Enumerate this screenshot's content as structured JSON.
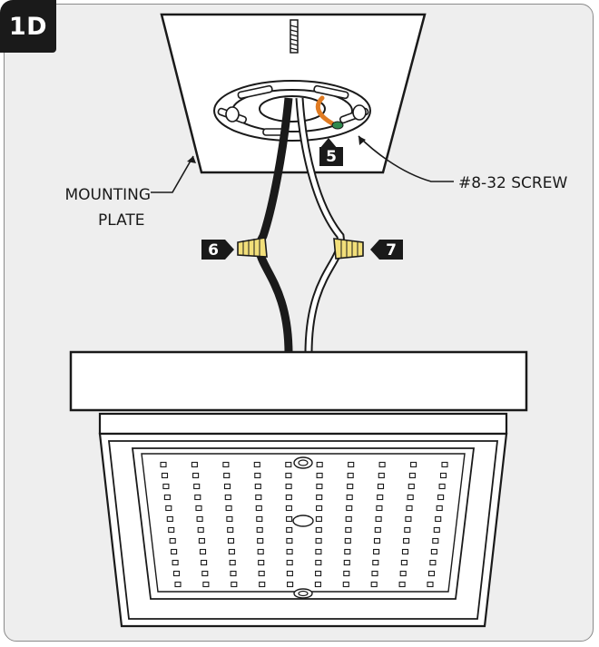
{
  "figure": {
    "step_label": "1D",
    "labels": {
      "mounting_plate_line1": "MOUNTING",
      "mounting_plate_line2": "PLATE",
      "screw": "#8-32 SCREW"
    },
    "callouts": [
      "5",
      "6",
      "7"
    ]
  },
  "colors": {
    "frame_bg": "#eeeeee",
    "badge_bg": "#1a1a1a",
    "ground_wire": "#e07b22",
    "wire_nut": "#f2df7a",
    "ground_screw": "#2f8a4e"
  }
}
